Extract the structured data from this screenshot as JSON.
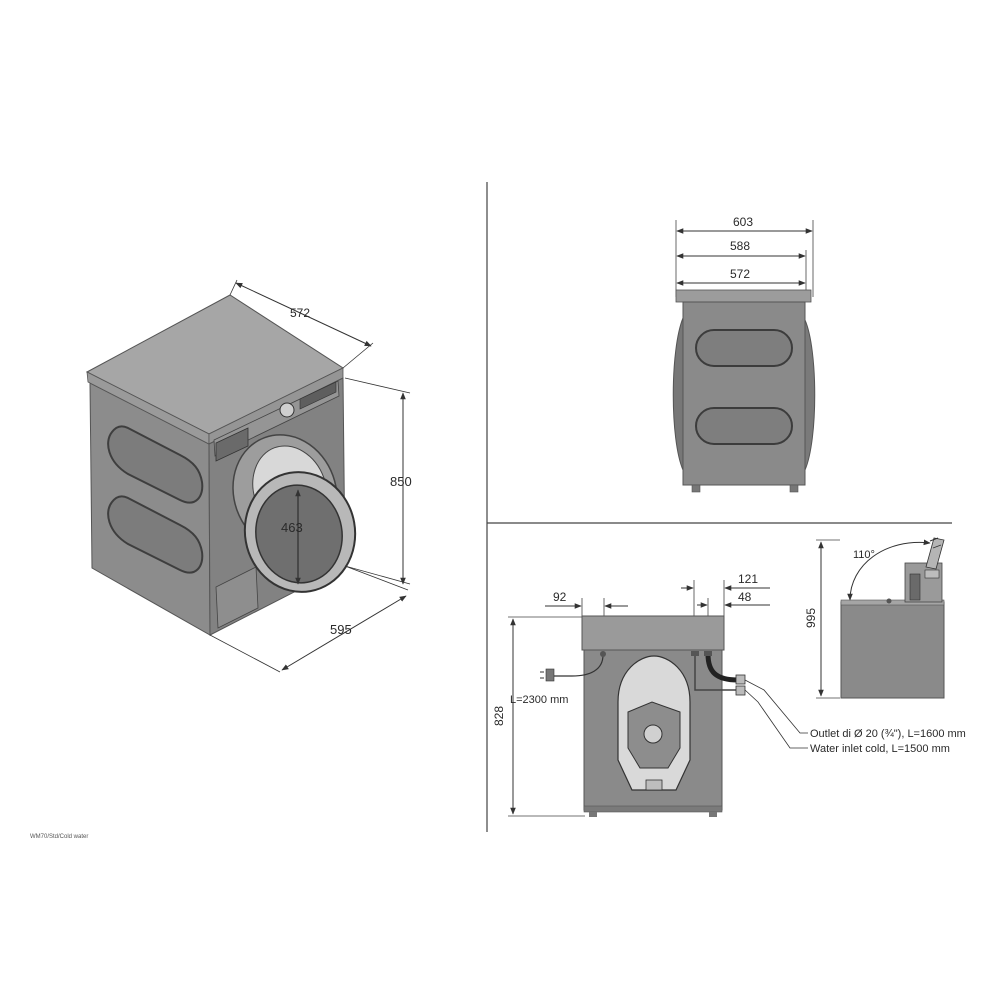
{
  "iso_view": {
    "width": "572",
    "height": "850",
    "depth": "595",
    "door": "463"
  },
  "top_view": {
    "overall": "603",
    "body_with_door": "588",
    "body": "572"
  },
  "rear_view": {
    "height": "828",
    "left_offset": "92",
    "right_offset_a": "121",
    "right_offset_b": "48",
    "power_cable": "L=2300 mm",
    "outlet": "Outlet di Ø 20 (¾\"), L=1600 mm",
    "inlet": "Water inlet cold, L=1500 mm"
  },
  "lid_view": {
    "height": "995",
    "angle": "110°"
  },
  "caption": "WM70/Std/Cold water",
  "colors": {
    "body": "#8a8a8a",
    "body_dark": "#6e6e6e",
    "top": "#a3a3a3",
    "line": "#333333"
  }
}
